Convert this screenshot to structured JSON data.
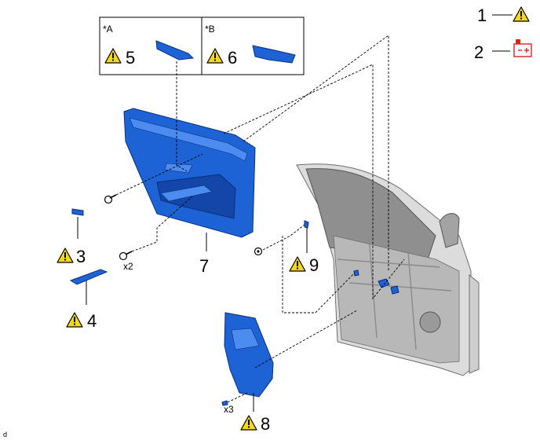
{
  "legend": [
    {
      "number": "1",
      "icon": "caution-icon"
    },
    {
      "number": "2",
      "icon": "battery-icon"
    }
  ],
  "inset_boxes": [
    {
      "label": "*A",
      "number": "5",
      "icon": "caution-icon"
    },
    {
      "label": "*B",
      "number": "6",
      "icon": "caution-icon"
    }
  ],
  "callouts": [
    {
      "number": "3",
      "icon": "caution-icon"
    },
    {
      "number": "4",
      "icon": "caution-icon"
    },
    {
      "number": "7"
    },
    {
      "number": "8",
      "icon": "caution-icon"
    },
    {
      "number": "9",
      "icon": "caution-icon"
    }
  ],
  "quantities": {
    "screws_left": "x2",
    "clips_bottom": "x3"
  },
  "corner_mark": "d",
  "colors": {
    "part_blue": "#1d63d6",
    "caution_yellow": "#f6d81a",
    "battery_red": "#e0201e",
    "door_grey": "#dcdcdc"
  }
}
